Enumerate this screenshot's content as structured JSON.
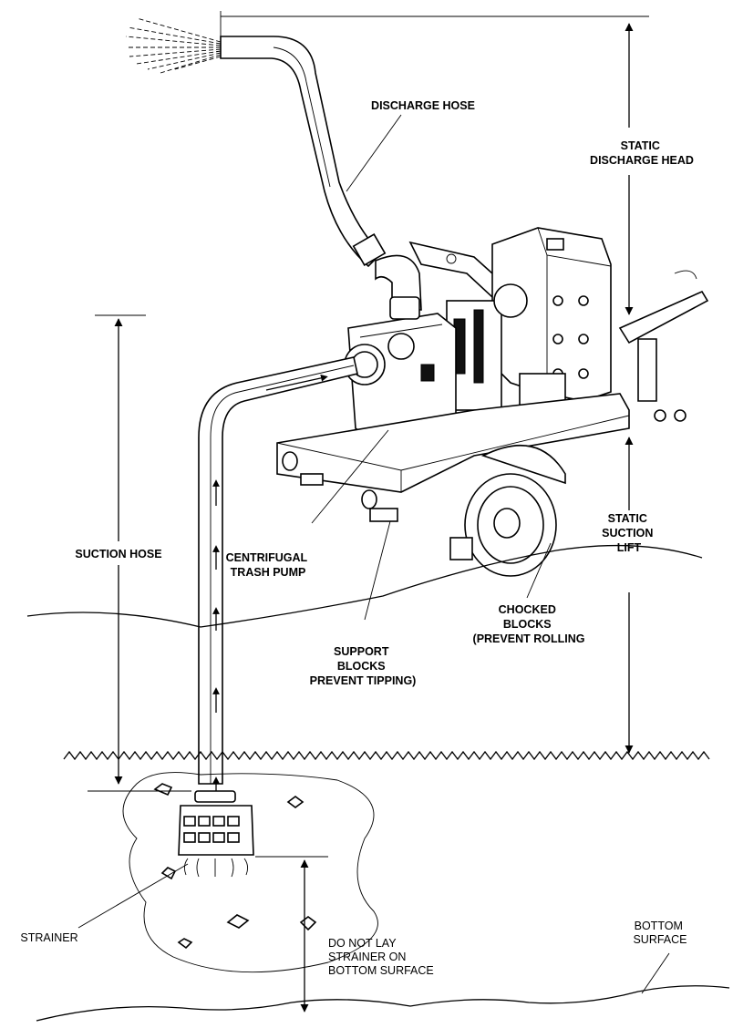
{
  "labels": {
    "discharge_hose": "DISCHARGE HOSE",
    "static_discharge_head": [
      "STATIC",
      "DISCHARGE HEAD"
    ],
    "suction_hose": "SUCTION HOSE",
    "centrifugal_trash_pump": [
      "CENTRIFUGAL",
      "TRASH PUMP"
    ],
    "static_suction_lift": [
      "STATIC",
      "SUCTION",
      "LIFT"
    ],
    "chocked_blocks": [
      "CHOCKED",
      "BLOCKS",
      "(PREVENT ROLLING"
    ],
    "support_blocks": [
      "SUPPORT",
      "BLOCKS",
      "PREVENT TIPPING)"
    ],
    "bottom_surface": [
      "BOTTOM",
      "SURFACE"
    ],
    "strainer": "STRAINER",
    "do_not_lay": [
      "DO NOT LAY",
      "STRAINER ON",
      "BOTTOM SURFACE"
    ]
  },
  "colors": {
    "ink": "#000000",
    "background": "#ffffff"
  }
}
